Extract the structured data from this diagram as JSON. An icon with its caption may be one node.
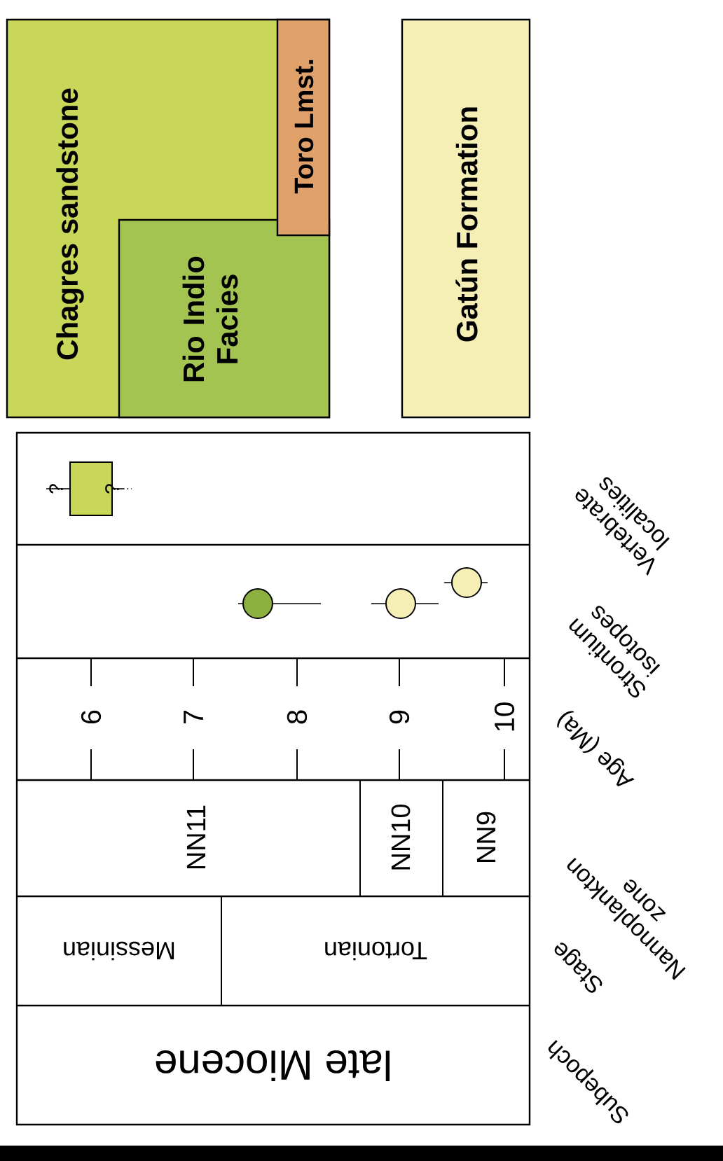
{
  "diagram": {
    "nodes": [
      {
        "text": [
          "Chagres sandstone"
        ]
      },
      {
        "text": [
          "Rio Indio Facies"
        ],
        "in": 0
      },
      {
        "text": [
          "Toro Lmst."
        ],
        "in": 0
      },
      {
        "text": [
          "Gatún Formation"
        ]
      }
    ],
    "labels": [
      "?",
      "?",
      "6",
      "7",
      "8",
      "9",
      "10",
      "NN11",
      "NN10",
      "NN9",
      "Messinian",
      "Tortonian",
      "late Miocene",
      "Vertebrate localities",
      "Strontium isotopes",
      "Age (Ma)",
      "Nannoplankton zone",
      "Stage",
      "Subepoch"
    ]
  }
}
